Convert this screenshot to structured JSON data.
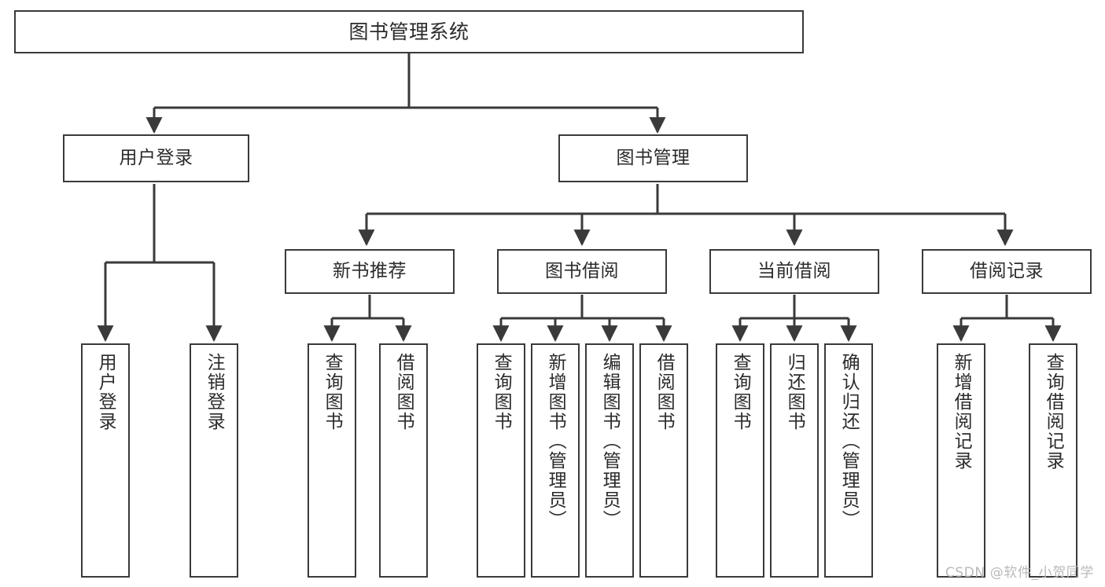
{
  "diagram": {
    "title": "图书管理系统",
    "type": "tree-hierarchy-chart",
    "line_color": "#3a3a3a",
    "text_color": "#2b2b2b",
    "background_color": "#ffffff",
    "watermark": "CSDN @软件_小贺同学"
  },
  "nodes": {
    "root": {
      "label": "图书管理系统"
    },
    "level2": [
      {
        "label": "用户登录"
      },
      {
        "label": "图书管理"
      }
    ],
    "level3": [
      {
        "label": "新书推荐"
      },
      {
        "label": "图书借阅"
      },
      {
        "label": "当前借阅"
      },
      {
        "label": "借阅记录"
      }
    ],
    "leaves": {
      "user_login": [
        {
          "label": "用户登录"
        },
        {
          "label": "注销登录"
        }
      ],
      "new_book_recommend": [
        {
          "label": "查询图书"
        },
        {
          "label": "借阅图书"
        }
      ],
      "book_borrow": [
        {
          "label": "查询图书"
        },
        {
          "label": "新增图书（管理员）"
        },
        {
          "label": "编辑图书（管理员）"
        },
        {
          "label": "借阅图书"
        }
      ],
      "current_borrow": [
        {
          "label": "查询图书"
        },
        {
          "label": "归还图书"
        },
        {
          "label": "确认归还（管理员）"
        }
      ],
      "borrow_record": [
        {
          "label": "新增借阅记录"
        },
        {
          "label": "查询借阅记录"
        }
      ]
    }
  },
  "chart_data": {
    "type": "table",
    "title": "图书管理系统",
    "hierarchy": [
      {
        "name": "图书管理系统",
        "children": [
          {
            "name": "用户登录",
            "children": [
              {
                "name": "用户登录"
              },
              {
                "name": "注销登录"
              }
            ]
          },
          {
            "name": "图书管理",
            "children": [
              {
                "name": "新书推荐",
                "children": [
                  {
                    "name": "查询图书"
                  },
                  {
                    "name": "借阅图书"
                  }
                ]
              },
              {
                "name": "图书借阅",
                "children": [
                  {
                    "name": "查询图书"
                  },
                  {
                    "name": "新增图书（管理员）"
                  },
                  {
                    "name": "编辑图书（管理员）"
                  },
                  {
                    "name": "借阅图书"
                  }
                ]
              },
              {
                "name": "当前借阅",
                "children": [
                  {
                    "name": "查询图书"
                  },
                  {
                    "name": "归还图书"
                  },
                  {
                    "name": "确认归还（管理员）"
                  }
                ]
              },
              {
                "name": "借阅记录",
                "children": [
                  {
                    "name": "新增借阅记录"
                  },
                  {
                    "name": "查询借阅记录"
                  }
                ]
              }
            ]
          }
        ]
      }
    ]
  }
}
